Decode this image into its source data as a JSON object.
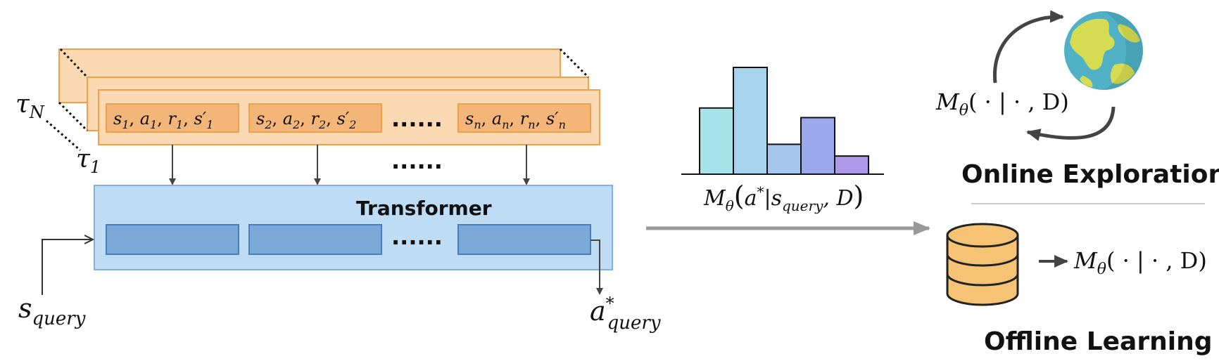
{
  "trajectories": {
    "tau_top": {
      "main": "τ",
      "sub": "N"
    },
    "tau_bottom": {
      "main": "τ",
      "sub": "1"
    },
    "tokens": [
      {
        "s": "s",
        "s_sub": "1",
        "a": "a",
        "a_sub": "1",
        "r": "r",
        "r_sub": "1",
        "sp": "s′",
        "sp_sub": "1"
      },
      {
        "s": "s",
        "s_sub": "2",
        "a": "a",
        "a_sub": "2",
        "r": "r",
        "r_sub": "2",
        "sp": "s′",
        "sp_sub": "2"
      },
      {
        "s": "s",
        "s_sub": "n",
        "a": "a",
        "a_sub": "n",
        "r": "r",
        "r_sub": "n",
        "sp": "s′",
        "sp_sub": "n"
      }
    ],
    "ellipsis": "......"
  },
  "transformer": {
    "title": "Transformer",
    "ellipsis": "......",
    "input": {
      "main": "s",
      "sub": "query"
    },
    "output": {
      "main": "a",
      "sup": "*",
      "sub": "query"
    }
  },
  "histogram": {
    "bars": [
      {
        "value": 0.62,
        "color": "#a6e2ea"
      },
      {
        "value": 1.0,
        "color": "#a6d4ec"
      },
      {
        "value": 0.28,
        "color": "#a7c6ee"
      },
      {
        "value": 0.53,
        "color": "#9aa8ec"
      },
      {
        "value": 0.17,
        "color": "#ad98ea"
      }
    ],
    "label": {
      "M": "M",
      "theta": "θ",
      "a": "a",
      "star": "*",
      "sep": "|",
      "s": "s",
      "s_sub": "query",
      "tail": ", D"
    }
  },
  "right_panel": {
    "model_label": {
      "M": "M",
      "theta": "θ",
      "body": "( · | · , D)"
    },
    "online_title": "Online Exploration",
    "offline_title": "Offline Learning",
    "offline_model_label": {
      "M": "M",
      "theta": "θ",
      "body": "( · | · , D)"
    }
  },
  "colors": {
    "traj_fill": "#fad9b3",
    "traj_stroke": "#f0a04a",
    "token_fill": "#f4b578",
    "transformer_fill": "#bfdcf5",
    "transformer_stroke": "#7fb2e0",
    "block_fill": "#7baad8",
    "block_stroke": "#4a7cc0",
    "db_fill": "#f6c375",
    "arrow_gray": "#999999"
  }
}
